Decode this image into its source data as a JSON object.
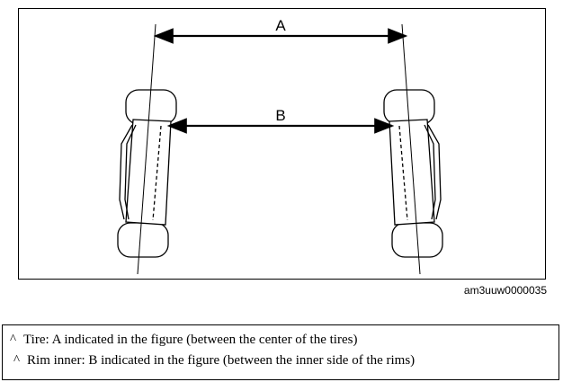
{
  "diagram": {
    "label_a": "A",
    "label_b": "B",
    "figure_code": "am3uuw0000035"
  },
  "legend": {
    "items": [
      {
        "marker": "^",
        "text": "Tire: A indicated in the figure (between the center of the tires)"
      },
      {
        "marker": "^",
        "text": "Rim inner: B indicated in the figure (between the inner side of the rims)"
      }
    ]
  }
}
